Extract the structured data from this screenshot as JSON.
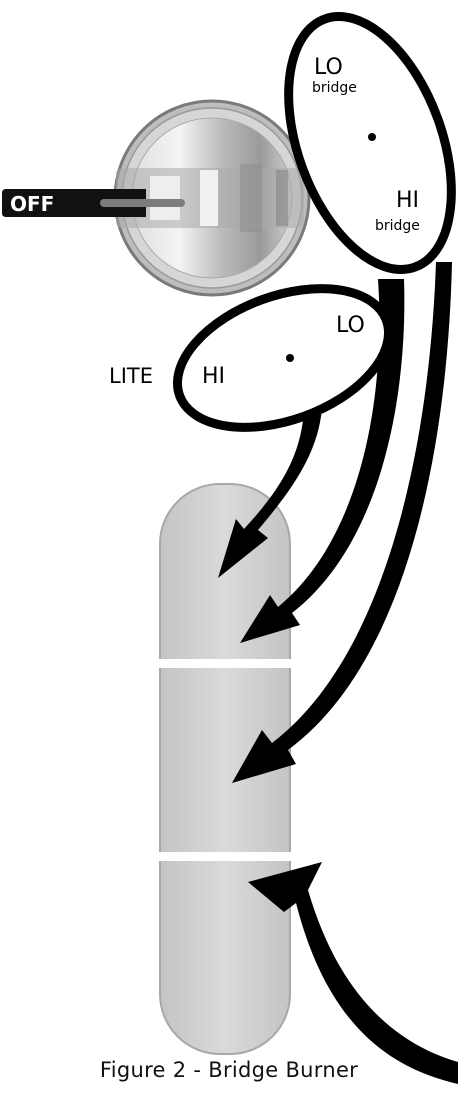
{
  "knob": {
    "off_label": "OFF"
  },
  "bridge_dial": {
    "lo_label": "LO",
    "lo_sub": "bridge",
    "hi_label": "HI",
    "hi_sub": "bridge"
  },
  "burner_dial": {
    "lo_label": "LO",
    "hi_label": "HI",
    "lite_label": "LITE"
  },
  "caption": "Figure 2 - Bridge Burner",
  "colors": {
    "arrow": "#000000",
    "burner_fill": "#d0d0d0",
    "knob_face": "#c9c9c9"
  }
}
